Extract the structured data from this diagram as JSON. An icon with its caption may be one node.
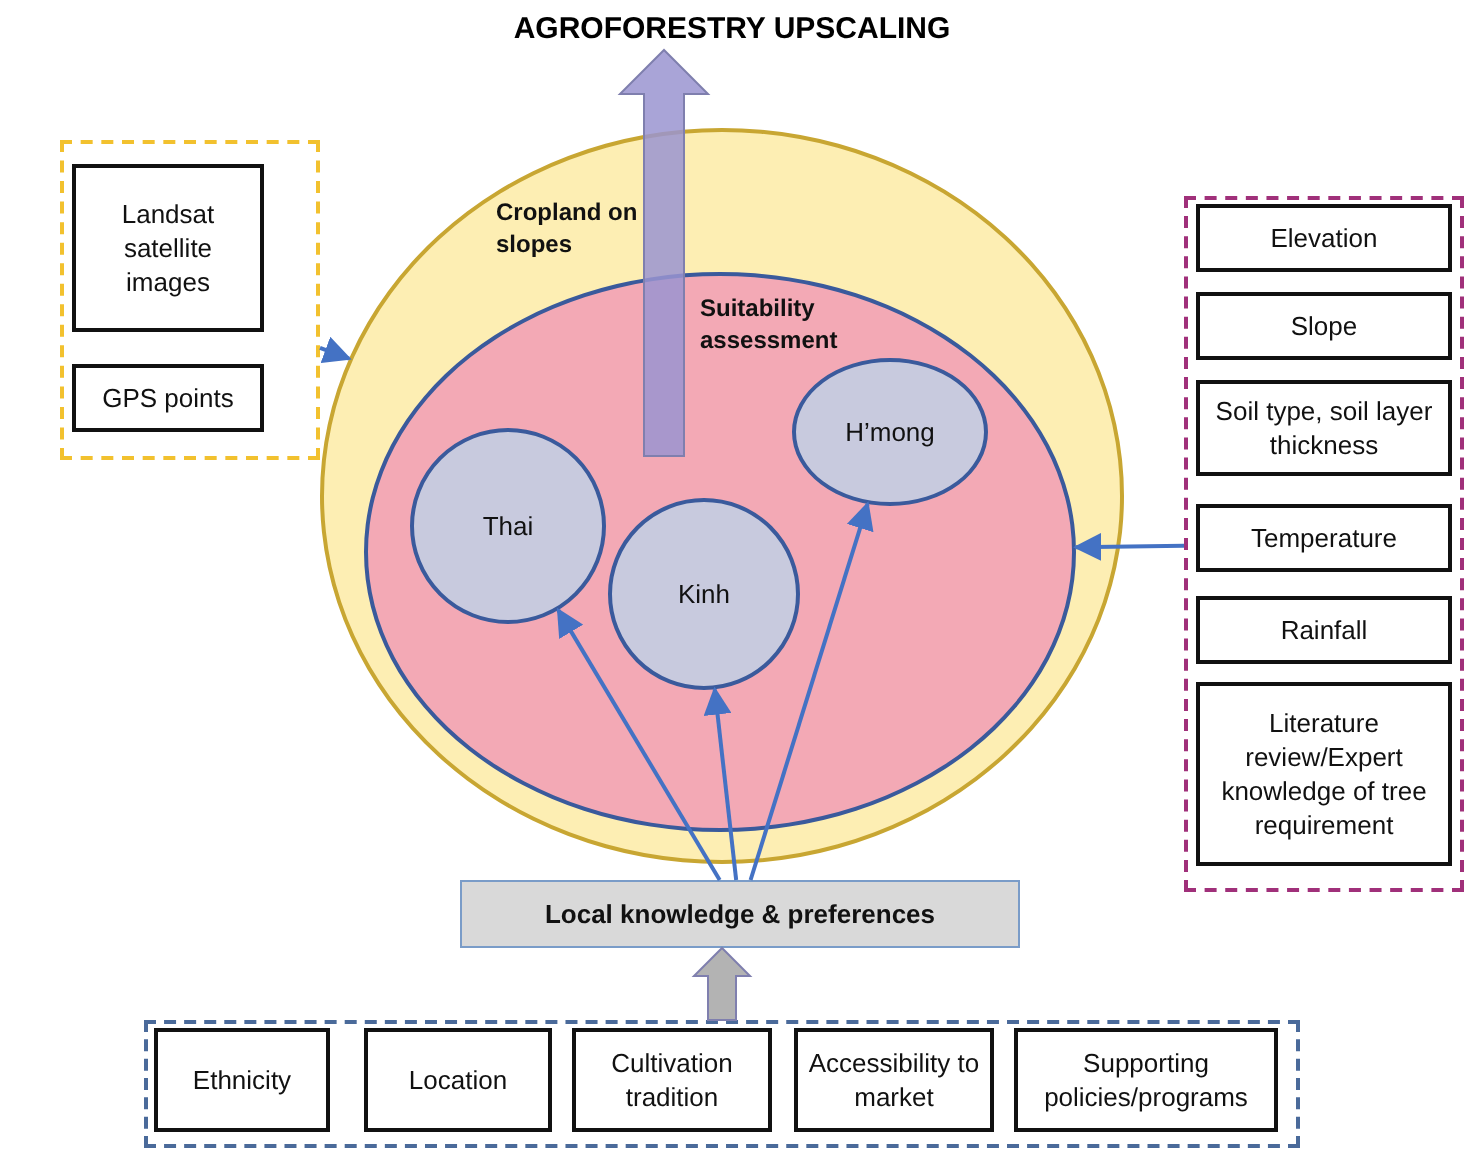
{
  "diagram": {
    "title": "AGROFORESTRY UPSCALING",
    "nodes": [
      {
        "text": [],
        "shape": "box"
      },
      {
        "text": [
          "Landsat satellite images"
        ],
        "in": 0
      },
      {
        "text": [
          "GPS points"
        ],
        "in": 0
      },
      {
        "text": [
          "Cropland on slopes"
        ]
      },
      {
        "text": [
          "Suitability assessment"
        ],
        "in": 3
      },
      {
        "text": [
          "Thai"
        ],
        "in": 4
      },
      {
        "text": [
          "Kinh"
        ],
        "in": 4
      },
      {
        "text": [
          "H’mong"
        ],
        "in": 4
      },
      {
        "text": [],
        "shape": "box"
      },
      {
        "text": [
          "Elevation"
        ],
        "in": 8
      },
      {
        "text": [
          "Slope"
        ],
        "in": 8
      },
      {
        "text": [
          "Soil type, soil layer thickness"
        ],
        "in": 8
      },
      {
        "text": [
          "Temperature"
        ],
        "in": 8
      },
      {
        "text": [
          "Rainfall"
        ],
        "in": 8
      },
      {
        "text": [
          "Literature review/Expert knowledge of tree requirement"
        ],
        "in": 8
      },
      {
        "text": [
          "Local knowledge & preferences"
        ]
      },
      {
        "text": [],
        "shape": "box"
      },
      {
        "text": [
          "Ethnicity"
        ],
        "in": 16
      },
      {
        "text": [
          "Location"
        ],
        "in": 16
      },
      {
        "text": [
          "Cultivation tradition"
        ],
        "in": 16
      },
      {
        "text": [
          "Accessibility to market"
        ],
        "in": 16
      },
      {
        "text": [
          "Supporting policies/programs"
        ],
        "in": 16
      }
    ],
    "edges": [
      {
        "from": 0,
        "to": 3,
        "arrow": "to"
      },
      {
        "from": 8,
        "to": 4,
        "arrow": "to"
      },
      {
        "from": 15,
        "to": 5,
        "arrow": "to"
      },
      {
        "from": 15,
        "to": 6,
        "arrow": "to"
      },
      {
        "from": 15,
        "to": 7,
        "arrow": "to"
      },
      {
        "from": 16,
        "to": 15,
        "arrow": "to",
        "style": "thick",
        "color": "#a6a6a6"
      },
      {
        "from": 4,
        "to": null,
        "arrow": "to",
        "style": "thick",
        "color": "#9a94d0"
      }
    ]
  }
}
